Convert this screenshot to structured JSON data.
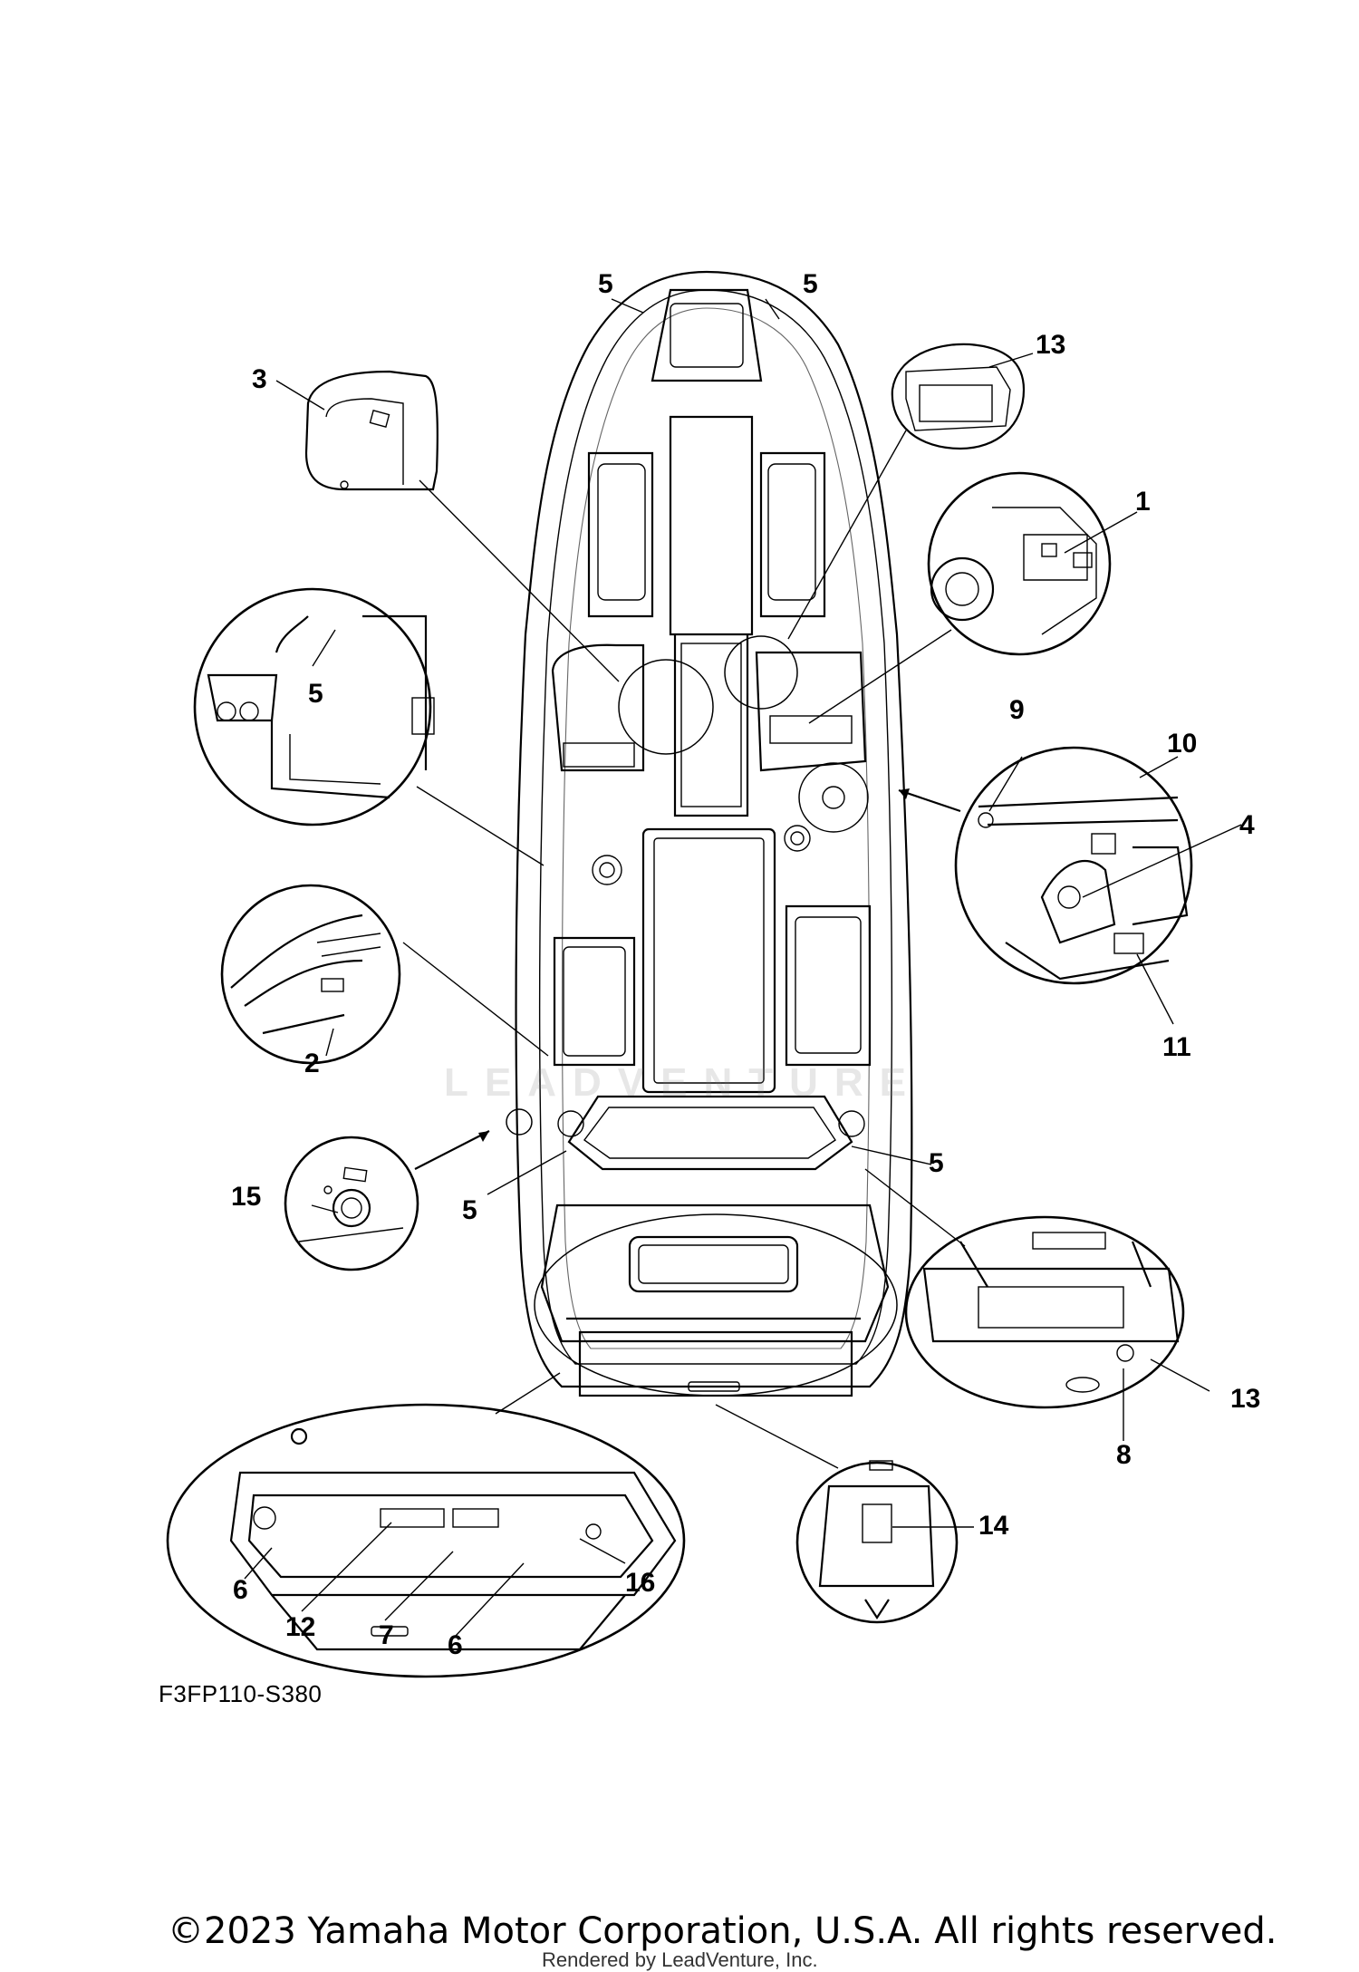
{
  "diagram": {
    "code": "F3FP110-S380",
    "watermark": "LEADVENTURE",
    "copyright": "©2023 Yamaha Motor Corporation, U.S.A. All rights reserved.",
    "rendered_by": "Rendered by LeadVenture, Inc."
  },
  "callouts": {
    "c1": "1",
    "c2": "2",
    "c3": "3",
    "c4": "4",
    "c5a": "5",
    "c5b": "5",
    "c5c": "5",
    "c5d": "5",
    "c5e": "5",
    "c6a": "6",
    "c6b": "6",
    "c7": "7",
    "c8": "8",
    "c9": "9",
    "c10": "10",
    "c11": "11",
    "c12": "12",
    "c13a": "13",
    "c13b": "13",
    "c14": "14",
    "c15": "15",
    "c16": "16"
  }
}
